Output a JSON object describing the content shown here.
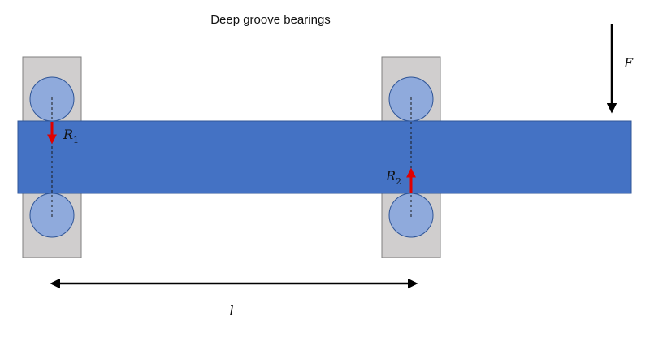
{
  "title": "Deep groove bearings",
  "labels": {
    "force": "F",
    "reaction_1": {
      "symbol": "R",
      "subscript": "1"
    },
    "reaction_2": {
      "symbol": "R",
      "subscript": "2"
    },
    "length": "l"
  },
  "colors": {
    "shaft": "#4472C4",
    "bearing_housing": "#D0CECE",
    "bearing_ball": "#8FAADC",
    "reaction_arrow": "#E00000",
    "force_arrow": "#000000"
  }
}
